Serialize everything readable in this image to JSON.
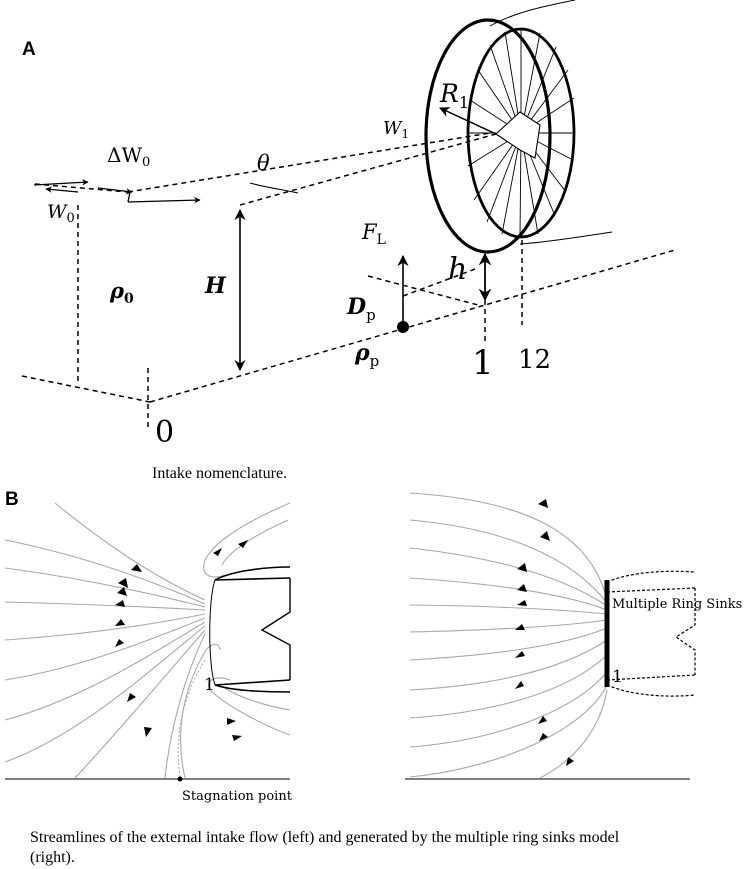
{
  "panel_a": {
    "letter": "A",
    "caption": "Intake nomenclature.",
    "labels": {
      "delta_w0": "ΔW",
      "delta_w0_sub": "0",
      "w0": "W",
      "w0_sub": "0",
      "rho0": "ρ",
      "rho0_sub": "0",
      "theta": "θ",
      "h_big": "H",
      "fl": "F",
      "fl_sub": "L",
      "dp": "D",
      "dp_sub": "p",
      "rhop": "ρ",
      "rhop_sub": "p",
      "h_small": "h",
      "r1": "R",
      "r1_sub": "1",
      "w1": "W",
      "w1_sub": "1",
      "station_0": "0",
      "station_1": "1",
      "station_12": "12"
    }
  },
  "panel_b": {
    "letter": "B",
    "caption_line1": "Streamlines of the external intake flow (left) and generated by the multiple ring sinks model",
    "caption_line2": "(right).",
    "left": {
      "station_label": "1",
      "stagnation_label": "Stagnation point"
    },
    "right": {
      "station_label": "1",
      "sinks_label": "Multiple Ring Sinks"
    }
  },
  "colors": {
    "streamline": "#a8a8a8",
    "ink": "#000000"
  }
}
